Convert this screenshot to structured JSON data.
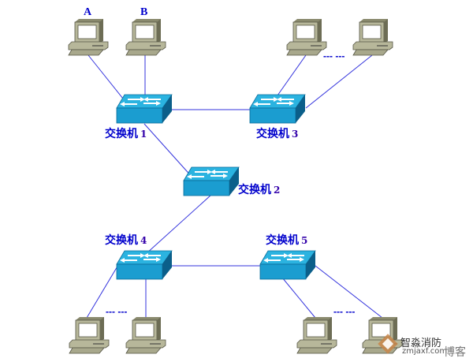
{
  "diagram": {
    "title": "",
    "pc_labels": {
      "a": "A",
      "b": "B"
    },
    "switches": [
      {
        "id": "sw1",
        "name": "交换机",
        "number": "1"
      },
      {
        "id": "sw2",
        "name": "交换机",
        "number": "2"
      },
      {
        "id": "sw3",
        "name": "交换机",
        "number": "3"
      },
      {
        "id": "sw4",
        "name": "交换机",
        "number": "4"
      },
      {
        "id": "sw5",
        "name": "交换机",
        "number": "5"
      }
    ],
    "ellipsis": "--- ---",
    "links": [
      [
        "pcA",
        "sw1"
      ],
      [
        "pcB",
        "sw1"
      ],
      [
        "sw1",
        "sw3"
      ],
      [
        "sw1",
        "sw2"
      ],
      [
        "pc3a",
        "sw3"
      ],
      [
        "pc3b",
        "sw3"
      ],
      [
        "sw2",
        "sw4"
      ],
      [
        "sw4",
        "sw5"
      ],
      [
        "sw4",
        "pc4a"
      ],
      [
        "sw4",
        "pc4b"
      ],
      [
        "sw5",
        "pc5a"
      ],
      [
        "sw5",
        "pc5b"
      ]
    ],
    "colors": {
      "link": "#3333dd",
      "label": "#0000cc",
      "switch_front": "#1b9dd0",
      "switch_top": "#2bb3e0",
      "switch_side": "#0b5f8a",
      "pc": "#b7b79a"
    }
  },
  "watermark": {
    "brand": "智淼消防",
    "site": "zmjaxf.com",
    "suffix": "博客"
  }
}
